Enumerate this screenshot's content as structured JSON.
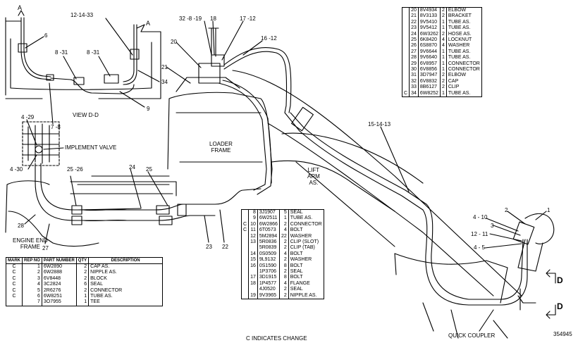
{
  "callouts": {
    "c6": "6",
    "c12_14_33": "12-14-33",
    "c32_8_19": "32 -8 -19",
    "c18": "18",
    "c17_12": "17 -12",
    "c16_12": "16 -12",
    "c20": "20",
    "c8_31a": "8 -31",
    "c8_31b": "8 -31",
    "c21": "21",
    "c34": "34",
    "c9": "9",
    "c7_8": "7 -8",
    "c4_29": "4 -29",
    "c4_30": "4 -30",
    "c25_26": "25 -26",
    "c24": "24",
    "c25": "25",
    "c28": "28",
    "c27": "27",
    "c23": "23",
    "c22": "22",
    "c15_14_13": "15-14-13",
    "c2": "2",
    "c1": "1",
    "c4_10": "4 - 10",
    "c3": "3",
    "c12_11": "12 - 11",
    "c4_5": "4 - 5",
    "cA1": "A",
    "cA2": "A",
    "cD1": "D",
    "cD2": "D"
  },
  "labels": {
    "view_dd": "VIEW D-D",
    "implement_valve": "IMPLEMENT VALVE",
    "loader_frame": "LOADER\nFRAME",
    "lift_arm": "LIFT\nARM\nAS.",
    "engine_end_frame": "ENGINE END\nFRAME",
    "quick_coupler": "QUICK COUPLER",
    "indicates_change": "C   INDICATES CHANGE",
    "drawing_number": "354945"
  },
  "table_topright": [
    {
      "c": "",
      "item": "20",
      "part": "8V4934",
      "qty": "2",
      "desc": "ELBOW"
    },
    {
      "c": "",
      "item": "21",
      "part": "8V3133",
      "qty": "2",
      "desc": "BRACKET"
    },
    {
      "c": "",
      "item": "22",
      "part": "9V5410",
      "qty": "1",
      "desc": "TUBE AS."
    },
    {
      "c": "",
      "item": "23",
      "part": "9V5412",
      "qty": "1",
      "desc": "TUBE AS."
    },
    {
      "c": "",
      "item": "24",
      "part": "6W3262",
      "qty": "2",
      "desc": "HOSE AS."
    },
    {
      "c": "",
      "item": "25",
      "part": "6K8420",
      "qty": "4",
      "desc": "LOCKNUT"
    },
    {
      "c": "",
      "item": "26",
      "part": "6S8870",
      "qty": "4",
      "desc": "WASHER"
    },
    {
      "c": "",
      "item": "27",
      "part": "9V6644",
      "qty": "1",
      "desc": "TUBE AS."
    },
    {
      "c": "",
      "item": "28",
      "part": "9V6640",
      "qty": "1",
      "desc": "TUBE AS."
    },
    {
      "c": "",
      "item": "29",
      "part": "6V8957",
      "qty": "1",
      "desc": "CONNECTOR"
    },
    {
      "c": "",
      "item": "30",
      "part": "6V8856",
      "qty": "1",
      "desc": "CONNECTOR"
    },
    {
      "c": "",
      "item": "31",
      "part": "3D7947",
      "qty": "2",
      "desc": "ELBOW"
    },
    {
      "c": "",
      "item": "32",
      "part": "6V8832",
      "qty": "2",
      "desc": "CAP"
    },
    {
      "c": "",
      "item": "33",
      "part": "8B6127",
      "qty": "2",
      "desc": "CLIP"
    },
    {
      "c": "C",
      "item": "34",
      "part": "6W8252",
      "qty": "1",
      "desc": "TUBE AS."
    }
  ],
  "table_center": [
    {
      "c": "",
      "item": "8",
      "part": "3J1907",
      "qty": "5",
      "desc": "SEAL"
    },
    {
      "c": "",
      "item": "9",
      "part": "6W2511",
      "qty": "1",
      "desc": "TUBE AS."
    },
    {
      "c": "C",
      "item": "10",
      "part": "6W2866",
      "qty": "2",
      "desc": "CONNECTOR"
    },
    {
      "c": "C",
      "item": "11",
      "part": "6T0573",
      "qty": "4",
      "desc": "BOLT"
    },
    {
      "c": "",
      "item": "12",
      "part": "5M2894",
      "qty": "22",
      "desc": "WASHER"
    },
    {
      "c": "",
      "item": "13",
      "part": "5R0836",
      "qty": "2",
      "desc": "CLIP (SLOT)"
    },
    {
      "c": "",
      "item": "",
      "part": "5R0839",
      "qty": "2",
      "desc": "CLIP (TAB)"
    },
    {
      "c": "",
      "item": "14",
      "part": "0S0509",
      "qty": "4",
      "desc": "BOLT"
    },
    {
      "c": "",
      "item": "15",
      "part": "9L9132",
      "qty": "2",
      "desc": "WASHER"
    },
    {
      "c": "",
      "item": "16",
      "part": "0S1590",
      "qty": "8",
      "desc": "BOLT"
    },
    {
      "c": "",
      "item": "",
      "part": "1P3706",
      "qty": "2",
      "desc": "SEAL"
    },
    {
      "c": "",
      "item": "17",
      "part": "3D1915",
      "qty": "8",
      "desc": "BOLT"
    },
    {
      "c": "",
      "item": "18",
      "part": "1P4577",
      "qty": "4",
      "desc": "FLANGE"
    },
    {
      "c": "",
      "item": "",
      "part": "4J0520",
      "qty": "2",
      "desc": "SEAL"
    },
    {
      "c": "",
      "item": "19",
      "part": "9V3965",
      "qty": "2",
      "desc": "NIPPLE AS."
    }
  ],
  "table_bottomleft": {
    "headers": {
      "mark": "MARK",
      "rep_no": "REP NO",
      "part_number": "PART NUMBER",
      "qty": "QTY",
      "description": "DESCRIPTION"
    },
    "rows": [
      {
        "c": "C",
        "item": "1",
        "part": "6W2890",
        "qty": "2",
        "desc": "CAP AS."
      },
      {
        "c": "C",
        "item": "2",
        "part": "6W2888",
        "qty": "2",
        "desc": "NIPPLE AS."
      },
      {
        "c": "C",
        "item": "3",
        "part": "6V8448",
        "qty": "2",
        "desc": "BLOCK"
      },
      {
        "c": "C",
        "item": "4",
        "part": "3C2824",
        "qty": "6",
        "desc": "SEAL"
      },
      {
        "c": "C",
        "item": "5",
        "part": "2R6276",
        "qty": "2",
        "desc": "CONNECTOR"
      },
      {
        "c": "C",
        "item": "6",
        "part": "6W8251",
        "qty": "1",
        "desc": "TUBE AS."
      },
      {
        "c": "",
        "item": "7",
        "part": "3O7955",
        "qty": "1",
        "desc": "TEE"
      }
    ]
  }
}
